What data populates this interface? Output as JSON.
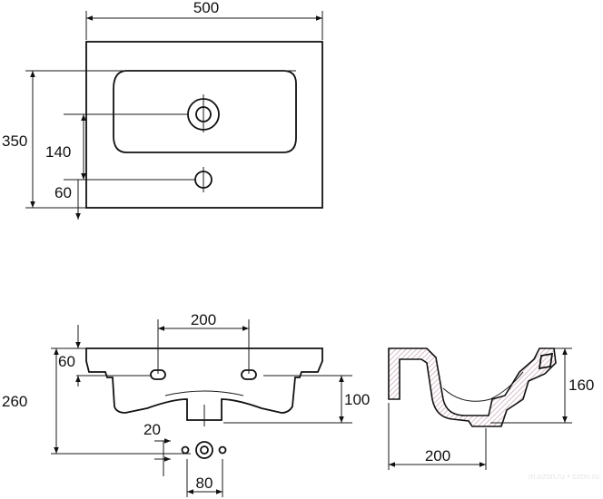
{
  "top_view": {
    "width_dim": "500",
    "depth_dim": "350",
    "tap_offset_dim": "140",
    "overflow_offset_dim": "60"
  },
  "front_view": {
    "fixing_span_dim": "200",
    "fixing_height_dim": "60",
    "total_height_dim": "260",
    "drain_offset_dim": "20",
    "drain_width_dim": "80",
    "basin_depth_dim": "100"
  },
  "side_view": {
    "height_dim": "160",
    "depth_dim": "200"
  },
  "watermark": "m.ozon.ru • ozon.ru"
}
